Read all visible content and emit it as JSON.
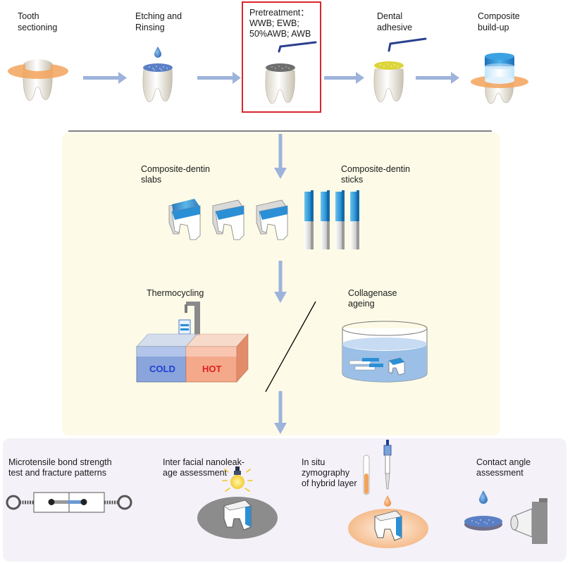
{
  "steps": [
    {
      "line1": "Tooth",
      "line2": "sectioning"
    },
    {
      "line1": "Etching and",
      "line2": "Rinsing"
    },
    {
      "line1": "Pretreatment：",
      "line2": "WWB; EWB;",
      "line3": "50%AWB; AWB"
    },
    {
      "line1": "Dental",
      "line2": "adhesive"
    },
    {
      "line1": "Composite",
      "line2": "build-up"
    }
  ],
  "samples": {
    "slabs": {
      "line1": "Composite-dentin",
      "line2": "slabs"
    },
    "sticks": {
      "line1": "Composite-dentin",
      "line2": "sticks"
    }
  },
  "ageing": {
    "thermocycling": "Thermocycling",
    "cold": "COLD",
    "hot": "HOT",
    "collagenase": {
      "line1": "Collagenase",
      "line2": "ageing"
    }
  },
  "assessments": {
    "microtensile": {
      "line1": "Microtensile bond strength",
      "line2": "test and fracture patterns"
    },
    "nanoleakage": {
      "line1": "Inter facial nanoleak-",
      "line2": "age assessment"
    },
    "zymography": {
      "line1": "In situ",
      "line2": "zymography",
      "line3": "of hybrid layer"
    },
    "contact_angle": {
      "line1": "Contact angle",
      "line2": "assessment"
    }
  },
  "colors": {
    "arrow": "#9db3dc",
    "highlight_box": "#d9262c",
    "middle_panel": "#fdfbe7",
    "bottom_panel": "#f4f1f8",
    "cold_text": "#1f3fd0",
    "hot_text": "#e02020",
    "composite_blue": "#2b8fd6"
  }
}
